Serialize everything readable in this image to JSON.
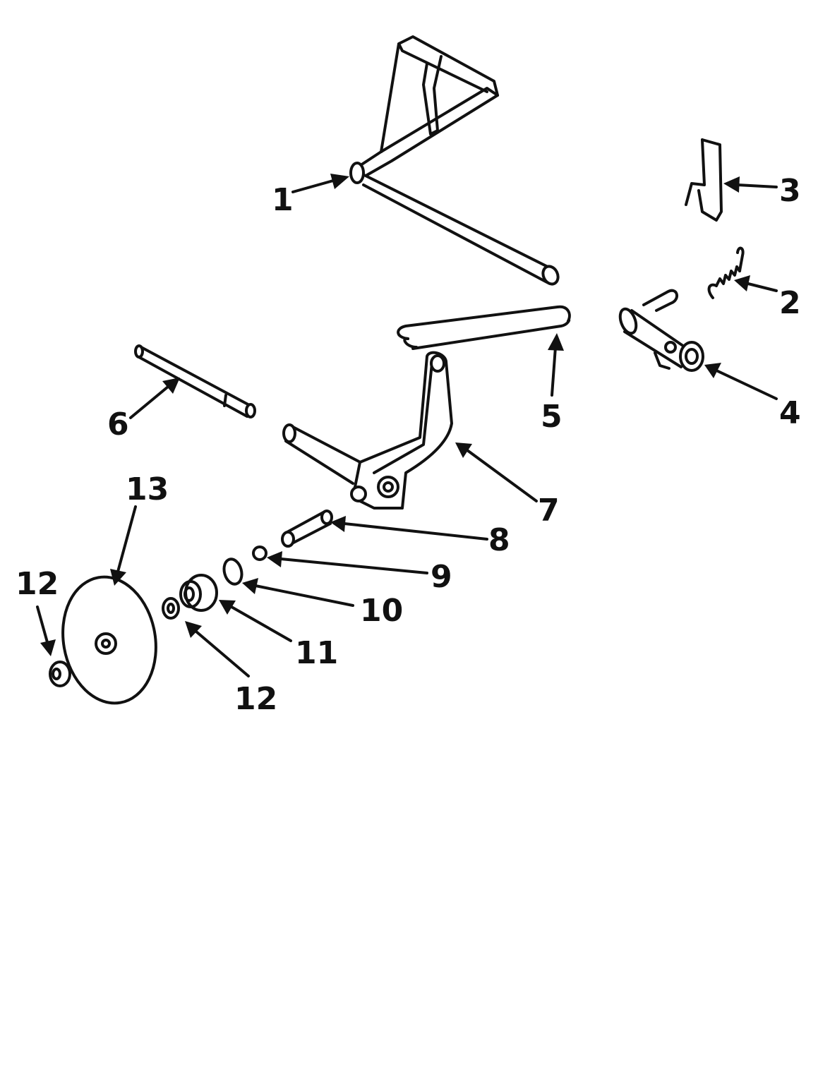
{
  "diagram": {
    "type": "exploded-parts-view",
    "ink_color": "#111111",
    "background_color": "#ffffff"
  },
  "callouts": [
    {
      "id": "c1",
      "label": "1"
    },
    {
      "id": "c2",
      "label": "2"
    },
    {
      "id": "c3",
      "label": "3"
    },
    {
      "id": "c4",
      "label": "4"
    },
    {
      "id": "c5",
      "label": "5"
    },
    {
      "id": "c6",
      "label": "6"
    },
    {
      "id": "c7",
      "label": "7"
    },
    {
      "id": "c8",
      "label": "8"
    },
    {
      "id": "c9",
      "label": "9"
    },
    {
      "id": "c10",
      "label": "10"
    },
    {
      "id": "c11",
      "label": "11"
    },
    {
      "id": "c12a",
      "label": "12"
    },
    {
      "id": "c12b",
      "label": "12"
    },
    {
      "id": "c13",
      "label": "13"
    }
  ]
}
